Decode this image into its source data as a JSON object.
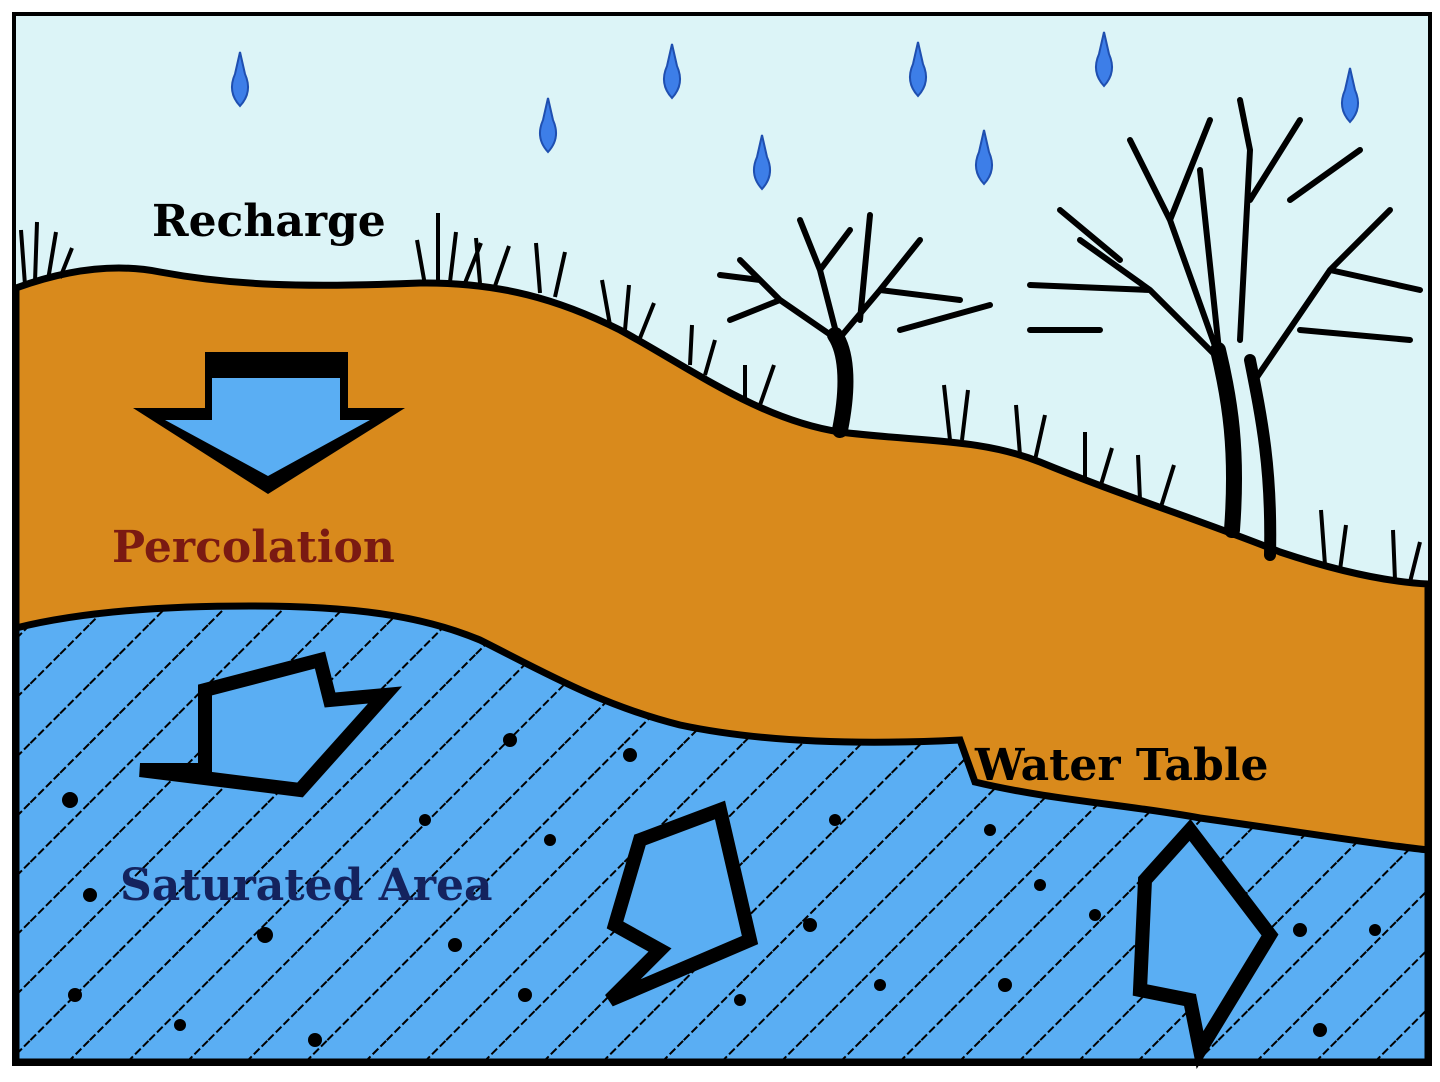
{
  "labels": {
    "recharge": "Recharge",
    "percolation": "Percolation",
    "water_table": "Water Table",
    "saturated_area": "Saturated Area"
  },
  "colors": {
    "sky": "#dcf4f7",
    "soil": "#d98a1c",
    "saturated_water": "#5aaef3",
    "raindrop": "#3d7ee8",
    "outline": "#000000",
    "percolation_text": "#7a1a12",
    "saturated_text": "#14235e"
  },
  "icons": [
    "raindrop-icon",
    "tree-icon",
    "grass-icon",
    "down-arrow-icon",
    "flow-arrow-icon"
  ]
}
